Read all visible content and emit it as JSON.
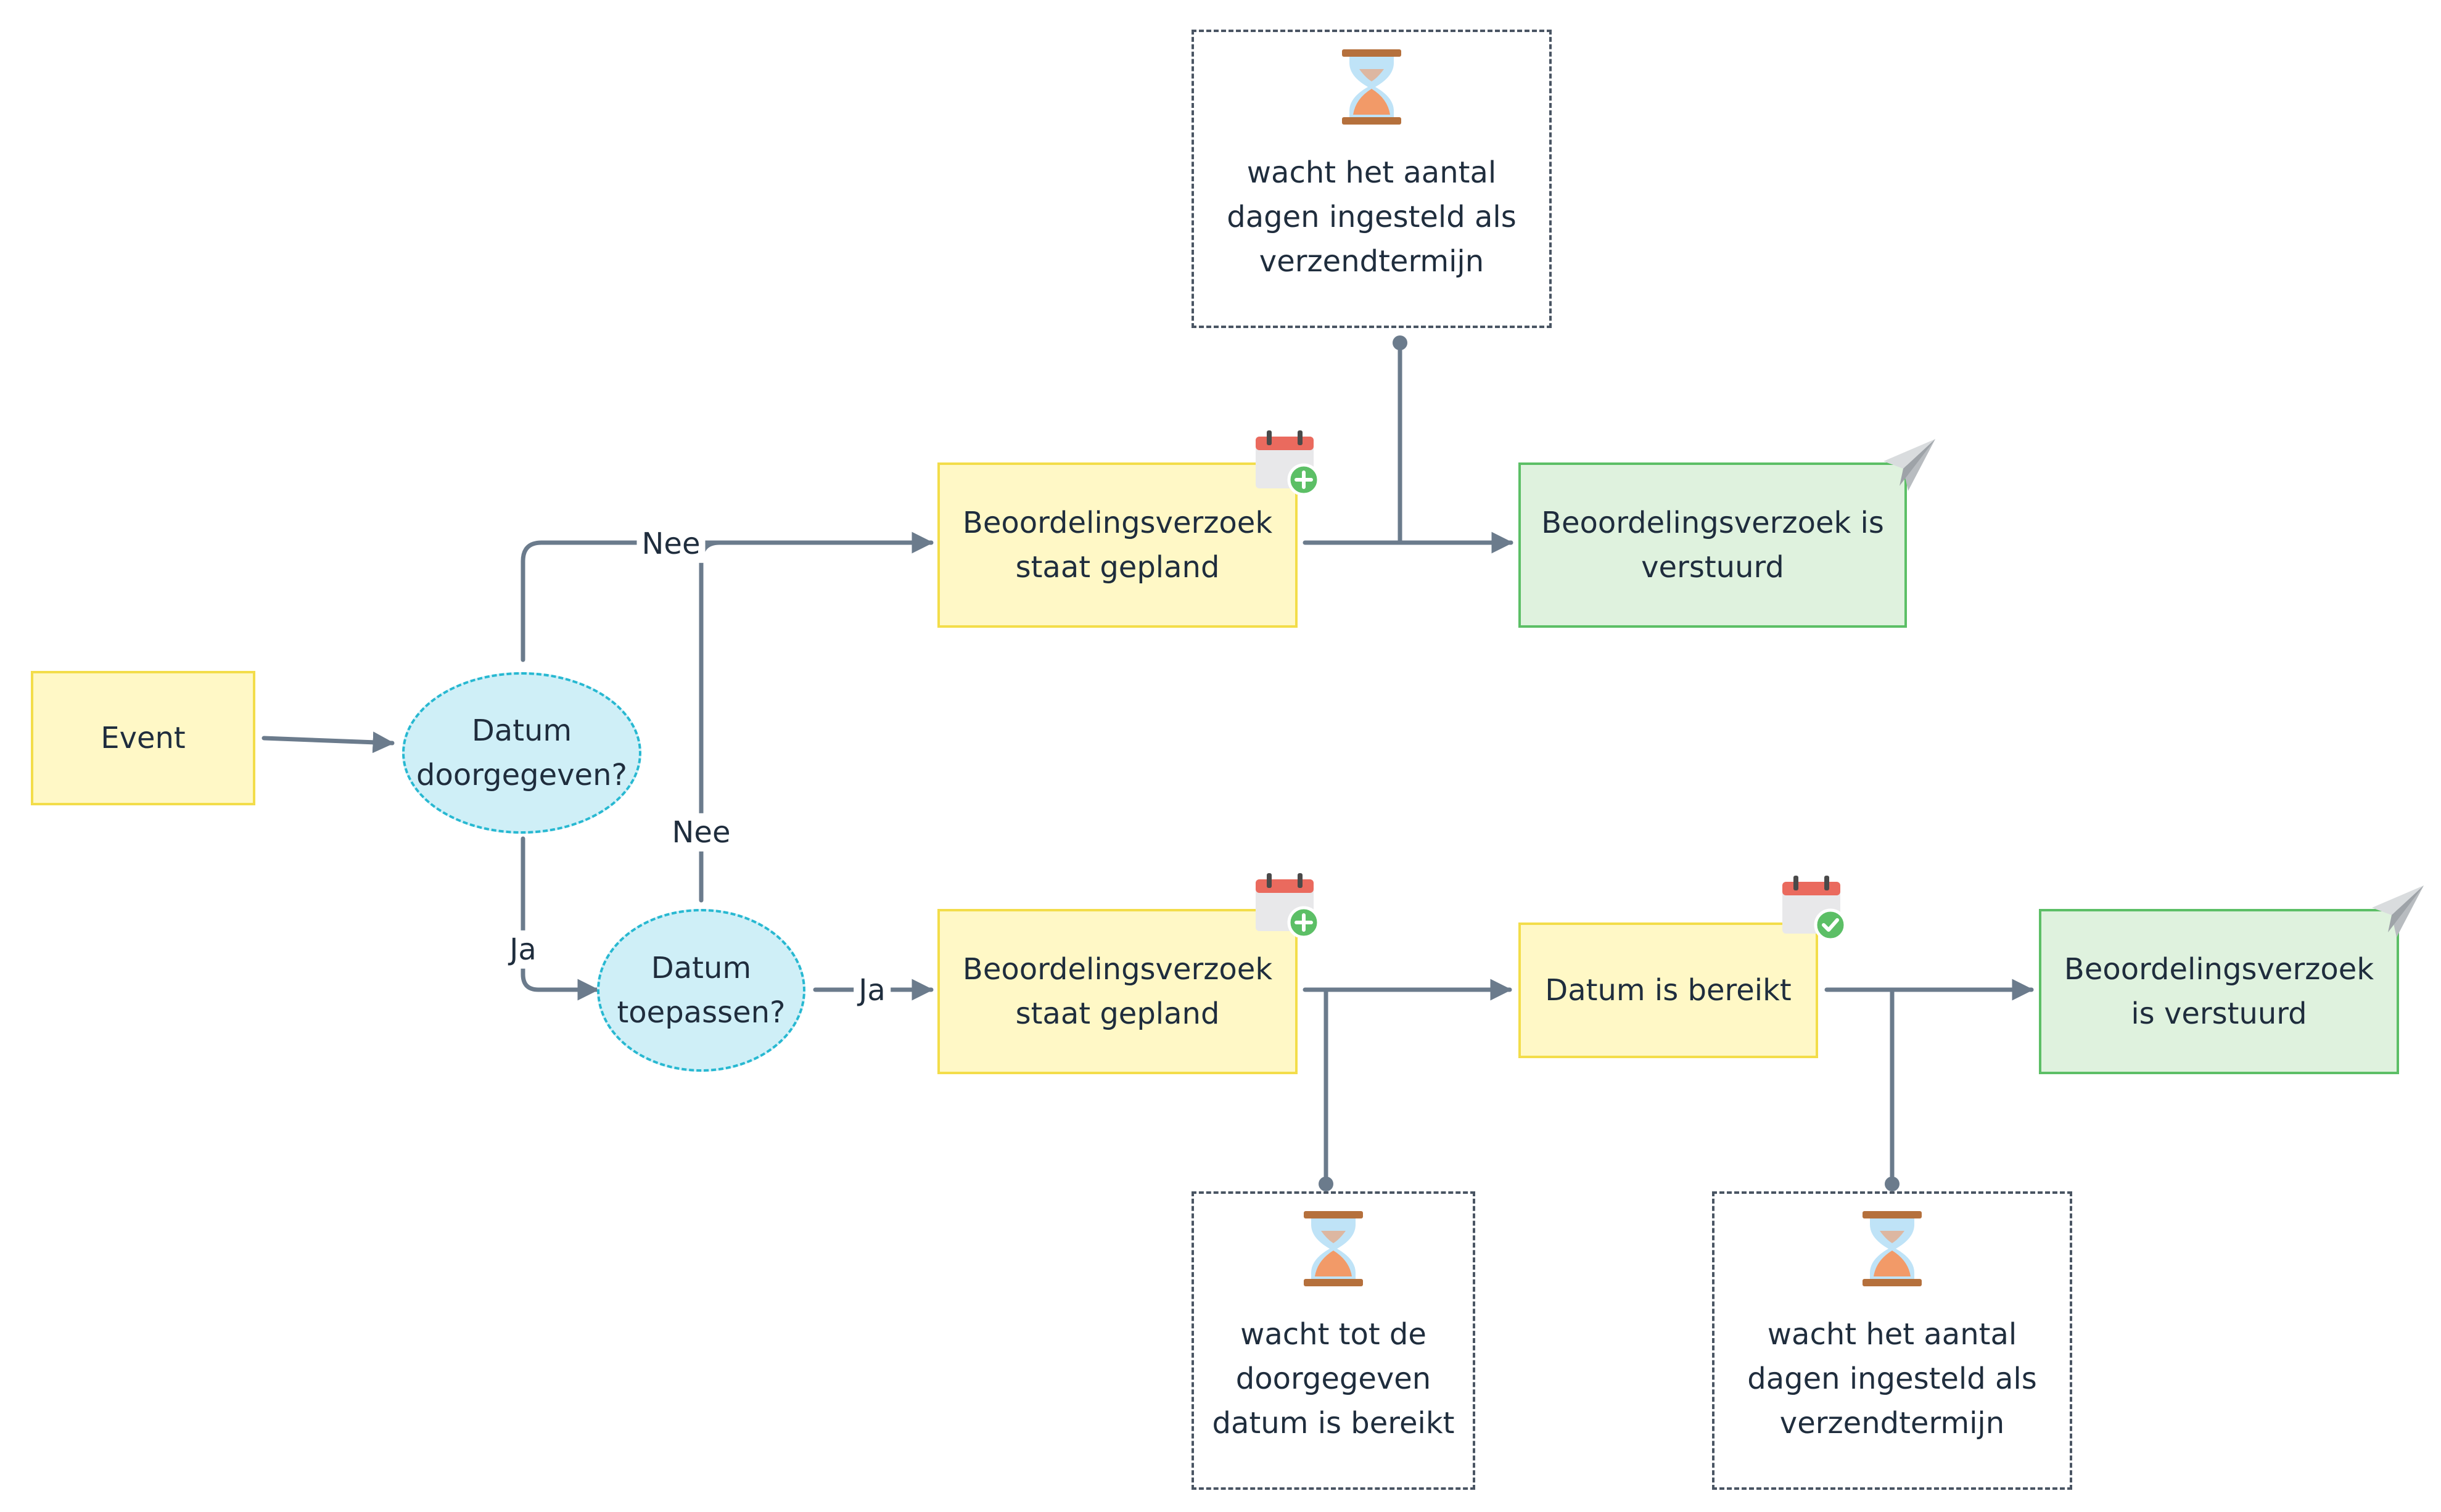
{
  "nodes": {
    "event": "Event",
    "datum_doorgegeven": "Datum\ndoorgegeven?",
    "datum_toepassen": "Datum\ntoepassen?",
    "gepland_top": "Beoordelingsverzoek\nstaat gepland",
    "verstuurd_top": "Beoordelingsverzoek is\nverstuurd",
    "gepland_bottom": "Beoordelingsverzoek\nstaat gepland",
    "bereikt": "Datum is bereikt",
    "verstuurd_bottom": "Beoordelingsverzoek\nis verstuurd"
  },
  "notes": {
    "top": "wacht het aantal\ndagen ingesteld als\nverzendtermijn",
    "bottom_left": "wacht tot de\ndoorgegeven\ndatum is bereikt",
    "bottom_right": "wacht het aantal\ndagen ingesteld als\nverzendtermijn"
  },
  "edge_labels": {
    "nee_top": "Nee",
    "nee_middle": "Nee",
    "ja_left": "Ja",
    "ja_right": "Ja"
  },
  "colors": {
    "connector": "#6b7b8c",
    "yellow_fill": "#fff8c6",
    "green_fill": "#dff2de",
    "ellipse_fill": "#cfeff7"
  },
  "icons": {
    "calendar_add": "calendar-plus-icon",
    "calendar_check": "calendar-check-icon",
    "sent": "paper-plane-icon",
    "wait": "hourglass-icon"
  }
}
